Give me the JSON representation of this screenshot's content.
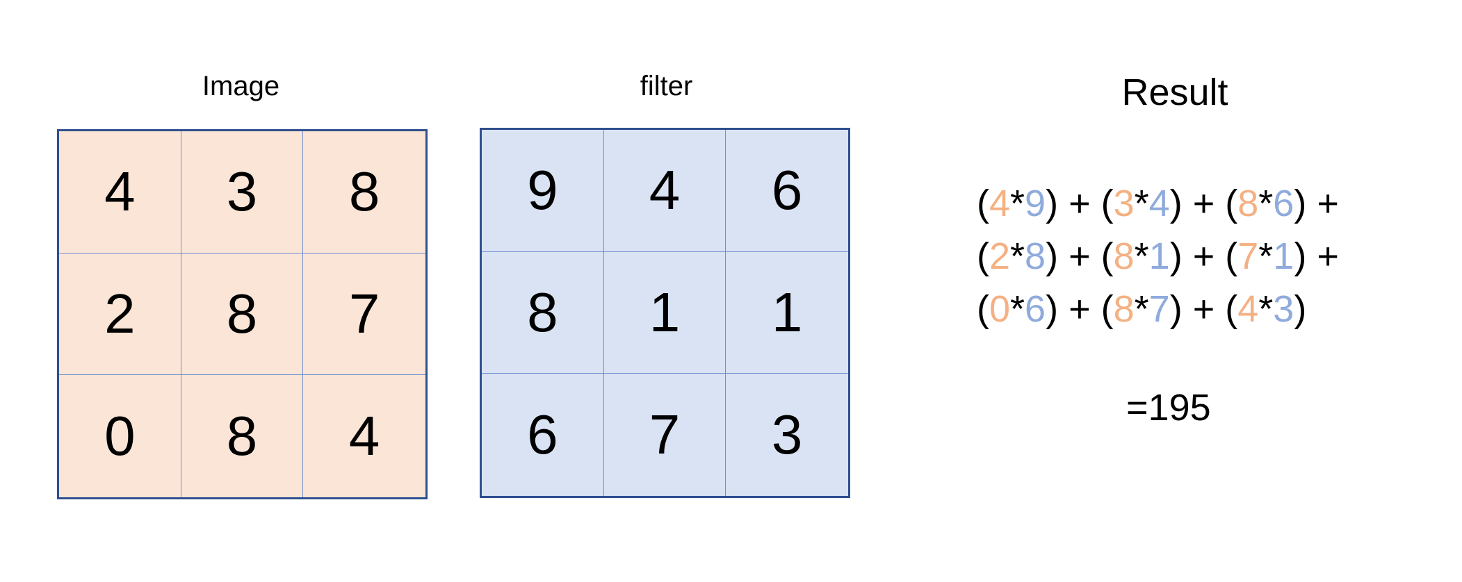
{
  "image_panel": {
    "title": "Image",
    "values": [
      "4",
      "3",
      "8",
      "2",
      "8",
      "7",
      "0",
      "8",
      "4"
    ]
  },
  "filter_panel": {
    "title": "filter",
    "values": [
      "9",
      "4",
      "6",
      "8",
      "1",
      "1",
      "6",
      "7",
      "3"
    ]
  },
  "result_panel": {
    "title": "Result",
    "lines": [
      [
        {
          "a": "4",
          "b": "9"
        },
        {
          "a": "3",
          "b": "4"
        },
        {
          "a": "8",
          "b": "6"
        }
      ],
      [
        {
          "a": "2",
          "b": "8"
        },
        {
          "a": "8",
          "b": "1"
        },
        {
          "a": "7",
          "b": "1"
        }
      ],
      [
        {
          "a": "0",
          "b": "6"
        },
        {
          "a": "8",
          "b": "7"
        },
        {
          "a": "4",
          "b": "3"
        }
      ]
    ],
    "total": "=195"
  },
  "colors": {
    "image_fill": "#fbe5d6",
    "filter_fill": "#dae3f3",
    "grid_border": "#2f4f8f",
    "image_number": "#f4b183",
    "filter_number": "#8faadc"
  }
}
